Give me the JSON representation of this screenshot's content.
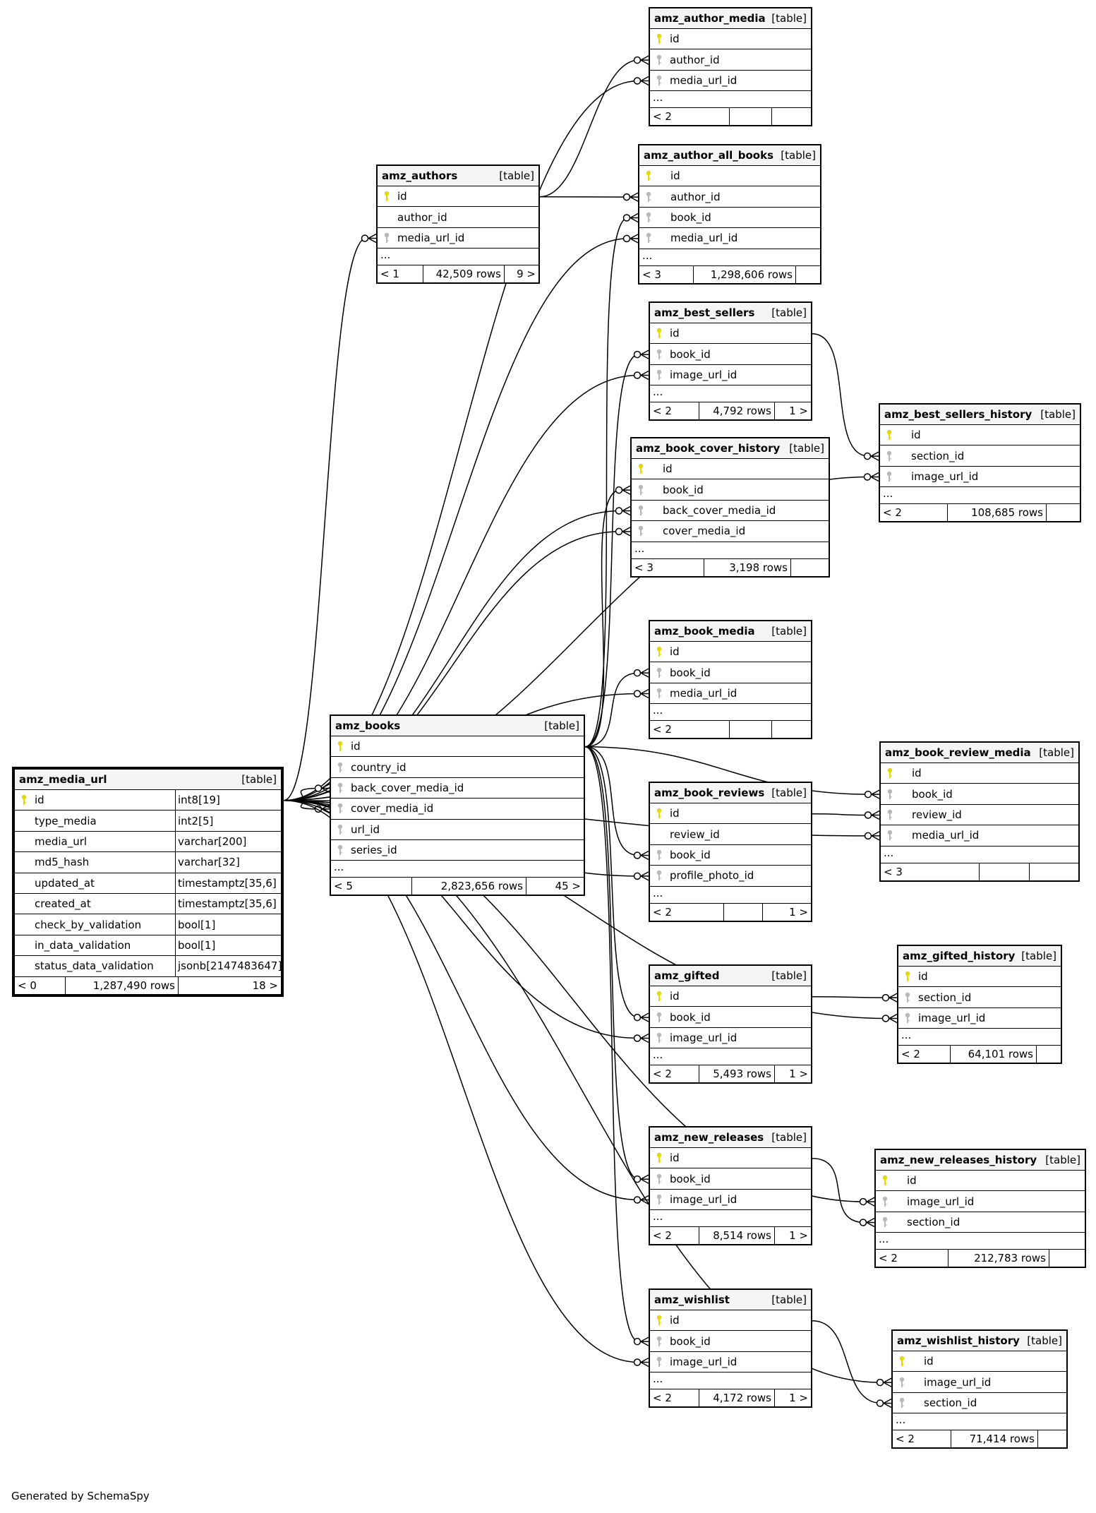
{
  "footer_text": "Generated by SchemaSpy",
  "colors": {
    "pk_key": "#e6d800",
    "fk_key": "#b8b8b8",
    "header_bg": "#f4f4f4",
    "line": "#000000"
  },
  "tables": [
    {
      "id": "amz_media_url",
      "name": "amz_media_url",
      "type": "[table]",
      "focus": true,
      "columns": [
        {
          "name": "id",
          "key": "pk",
          "dtype": "int8[19]"
        },
        {
          "name": "type_media",
          "key": "",
          "dtype": "int2[5]"
        },
        {
          "name": "media_url",
          "key": "",
          "dtype": "varchar[200]"
        },
        {
          "name": "md5_hash",
          "key": "",
          "dtype": "varchar[32]"
        },
        {
          "name": "updated_at",
          "key": "",
          "dtype": "timestamptz[35,6]"
        },
        {
          "name": "created_at",
          "key": "",
          "dtype": "timestamptz[35,6]"
        },
        {
          "name": "check_by_validation",
          "key": "",
          "dtype": "bool[1]"
        },
        {
          "name": "in_data_validation",
          "key": "",
          "dtype": "bool[1]"
        },
        {
          "name": "status_data_validation",
          "key": "",
          "dtype": "jsonb[2147483647]"
        }
      ],
      "ellipsis": false,
      "footer": {
        "parents": "< 0",
        "rows": "1,287,490 rows",
        "children": "18 >"
      }
    },
    {
      "id": "amz_authors",
      "name": "amz_authors",
      "type": "[table]",
      "columns": [
        {
          "name": "id",
          "key": "pk"
        },
        {
          "name": "author_id",
          "key": ""
        },
        {
          "name": "media_url_id",
          "key": "fk"
        }
      ],
      "ellipsis": true,
      "footer": {
        "parents": "< 1",
        "rows": "42,509 rows",
        "children": "9 >"
      }
    },
    {
      "id": "amz_author_media",
      "name": "amz_author_media",
      "type": "[table]",
      "columns": [
        {
          "name": "id",
          "key": "pk"
        },
        {
          "name": "author_id",
          "key": "fk"
        },
        {
          "name": "media_url_id",
          "key": "fk"
        }
      ],
      "ellipsis": true,
      "footer": {
        "parents": "< 2",
        "rows": "",
        "children": ""
      }
    },
    {
      "id": "amz_author_all_books",
      "name": "amz_author_all_books",
      "type": "[table]",
      "columns": [
        {
          "name": "id",
          "key": "pk"
        },
        {
          "name": "author_id",
          "key": "fk"
        },
        {
          "name": "book_id",
          "key": "fk"
        },
        {
          "name": "media_url_id",
          "key": "fk"
        }
      ],
      "ellipsis": true,
      "footer": {
        "parents": "< 3",
        "rows": "1,298,606 rows",
        "children": ""
      }
    },
    {
      "id": "amz_best_sellers",
      "name": "amz_best_sellers",
      "type": "[table]",
      "columns": [
        {
          "name": "id",
          "key": "pk"
        },
        {
          "name": "book_id",
          "key": "fk"
        },
        {
          "name": "image_url_id",
          "key": "fk"
        }
      ],
      "ellipsis": true,
      "footer": {
        "parents": "< 2",
        "rows": "4,792 rows",
        "children": "1 >"
      }
    },
    {
      "id": "amz_best_sellers_history",
      "name": "amz_best_sellers_history",
      "type": "[table]",
      "columns": [
        {
          "name": "id",
          "key": "pk"
        },
        {
          "name": "section_id",
          "key": "fk"
        },
        {
          "name": "image_url_id",
          "key": "fk"
        }
      ],
      "ellipsis": true,
      "footer": {
        "parents": "< 2",
        "rows": "108,685 rows",
        "children": ""
      }
    },
    {
      "id": "amz_book_cover_history",
      "name": "amz_book_cover_history",
      "type": "[table]",
      "columns": [
        {
          "name": "id",
          "key": "pk"
        },
        {
          "name": "book_id",
          "key": "fk"
        },
        {
          "name": "back_cover_media_id",
          "key": "fk"
        },
        {
          "name": "cover_media_id",
          "key": "fk"
        }
      ],
      "ellipsis": true,
      "footer": {
        "parents": "< 3",
        "rows": "3,198 rows",
        "children": ""
      }
    },
    {
      "id": "amz_book_media",
      "name": "amz_book_media",
      "type": "[table]",
      "columns": [
        {
          "name": "id",
          "key": "pk"
        },
        {
          "name": "book_id",
          "key": "fk"
        },
        {
          "name": "media_url_id",
          "key": "fk"
        }
      ],
      "ellipsis": true,
      "footer": {
        "parents": "< 2",
        "rows": "",
        "children": ""
      }
    },
    {
      "id": "amz_books",
      "name": "amz_books",
      "type": "[table]",
      "columns": [
        {
          "name": "id",
          "key": "pk"
        },
        {
          "name": "country_id",
          "key": "fk"
        },
        {
          "name": "back_cover_media_id",
          "key": "fk"
        },
        {
          "name": "cover_media_id",
          "key": "fk"
        },
        {
          "name": "url_id",
          "key": "fk"
        },
        {
          "name": "series_id",
          "key": "fk"
        }
      ],
      "ellipsis": true,
      "footer": {
        "parents": "< 5",
        "rows": "2,823,656 rows",
        "children": "45 >"
      }
    },
    {
      "id": "amz_book_review_media",
      "name": "amz_book_review_media",
      "type": "[table]",
      "columns": [
        {
          "name": "id",
          "key": "pk"
        },
        {
          "name": "book_id",
          "key": "fk"
        },
        {
          "name": "review_id",
          "key": "fk"
        },
        {
          "name": "media_url_id",
          "key": "fk"
        }
      ],
      "ellipsis": true,
      "footer": {
        "parents": "< 3",
        "rows": "",
        "children": ""
      }
    },
    {
      "id": "amz_book_reviews",
      "name": "amz_book_reviews",
      "type": "[table]",
      "columns": [
        {
          "name": "id",
          "key": "pk"
        },
        {
          "name": "review_id",
          "key": ""
        },
        {
          "name": "book_id",
          "key": "fk"
        },
        {
          "name": "profile_photo_id",
          "key": "fk"
        }
      ],
      "ellipsis": true,
      "footer": {
        "parents": "< 2",
        "rows": "",
        "children": "1 >"
      }
    },
    {
      "id": "amz_gifted",
      "name": "amz_gifted",
      "type": "[table]",
      "columns": [
        {
          "name": "id",
          "key": "pk"
        },
        {
          "name": "book_id",
          "key": "fk"
        },
        {
          "name": "image_url_id",
          "key": "fk"
        }
      ],
      "ellipsis": true,
      "footer": {
        "parents": "< 2",
        "rows": "5,493 rows",
        "children": "1 >"
      }
    },
    {
      "id": "amz_gifted_history",
      "name": "amz_gifted_history",
      "type": "[table]",
      "columns": [
        {
          "name": "id",
          "key": "pk"
        },
        {
          "name": "section_id",
          "key": "fk"
        },
        {
          "name": "image_url_id",
          "key": "fk"
        }
      ],
      "ellipsis": true,
      "footer": {
        "parents": "< 2",
        "rows": "64,101 rows",
        "children": ""
      }
    },
    {
      "id": "amz_new_releases",
      "name": "amz_new_releases",
      "type": "[table]",
      "columns": [
        {
          "name": "id",
          "key": "pk"
        },
        {
          "name": "book_id",
          "key": "fk"
        },
        {
          "name": "image_url_id",
          "key": "fk"
        }
      ],
      "ellipsis": true,
      "footer": {
        "parents": "< 2",
        "rows": "8,514 rows",
        "children": "1 >"
      }
    },
    {
      "id": "amz_new_releases_history",
      "name": "amz_new_releases_history",
      "type": "[table]",
      "columns": [
        {
          "name": "id",
          "key": "pk"
        },
        {
          "name": "image_url_id",
          "key": "fk"
        },
        {
          "name": "section_id",
          "key": "fk"
        }
      ],
      "ellipsis": true,
      "footer": {
        "parents": "< 2",
        "rows": "212,783 rows",
        "children": ""
      }
    },
    {
      "id": "amz_wishlist",
      "name": "amz_wishlist",
      "type": "[table]",
      "columns": [
        {
          "name": "id",
          "key": "pk"
        },
        {
          "name": "book_id",
          "key": "fk"
        },
        {
          "name": "image_url_id",
          "key": "fk"
        }
      ],
      "ellipsis": true,
      "footer": {
        "parents": "< 2",
        "rows": "4,172 rows",
        "children": "1 >"
      }
    },
    {
      "id": "amz_wishlist_history",
      "name": "amz_wishlist_history",
      "type": "[table]",
      "columns": [
        {
          "name": "id",
          "key": "pk"
        },
        {
          "name": "image_url_id",
          "key": "fk"
        },
        {
          "name": "section_id",
          "key": "fk"
        }
      ],
      "ellipsis": true,
      "footer": {
        "parents": "< 2",
        "rows": "71,414 rows",
        "children": ""
      }
    }
  ],
  "relationships": [
    {
      "from": "amz_media_url.id",
      "to": "amz_authors.media_url_id"
    },
    {
      "from": "amz_media_url.id",
      "to": "amz_author_media.media_url_id"
    },
    {
      "from": "amz_authors.id",
      "to": "amz_author_media.author_id"
    },
    {
      "from": "amz_authors.id",
      "to": "amz_author_all_books.author_id"
    },
    {
      "from": "amz_books.id",
      "to": "amz_author_all_books.book_id"
    },
    {
      "from": "amz_media_url.id",
      "to": "amz_author_all_books.media_url_id"
    },
    {
      "from": "amz_books.id",
      "to": "amz_best_sellers.book_id"
    },
    {
      "from": "amz_media_url.id",
      "to": "amz_best_sellers.image_url_id"
    },
    {
      "from": "amz_best_sellers.id",
      "to": "amz_best_sellers_history.section_id"
    },
    {
      "from": "amz_media_url.id",
      "to": "amz_best_sellers_history.image_url_id"
    },
    {
      "from": "amz_books.id",
      "to": "amz_book_cover_history.book_id"
    },
    {
      "from": "amz_media_url.id",
      "to": "amz_book_cover_history.back_cover_media_id"
    },
    {
      "from": "amz_media_url.id",
      "to": "amz_book_cover_history.cover_media_id"
    },
    {
      "from": "amz_books.id",
      "to": "amz_book_media.book_id"
    },
    {
      "from": "amz_media_url.id",
      "to": "amz_book_media.media_url_id"
    },
    {
      "from": "amz_media_url.id",
      "to": "amz_books.back_cover_media_id"
    },
    {
      "from": "amz_media_url.id",
      "to": "amz_books.cover_media_id"
    },
    {
      "from": "amz_books.id",
      "to": "amz_book_review_media.book_id"
    },
    {
      "from": "amz_book_reviews.id",
      "to": "amz_book_review_media.review_id"
    },
    {
      "from": "amz_media_url.id",
      "to": "amz_book_review_media.media_url_id"
    },
    {
      "from": "amz_books.id",
      "to": "amz_book_reviews.book_id"
    },
    {
      "from": "amz_media_url.id",
      "to": "amz_book_reviews.profile_photo_id"
    },
    {
      "from": "amz_books.id",
      "to": "amz_gifted.book_id"
    },
    {
      "from": "amz_media_url.id",
      "to": "amz_gifted.image_url_id"
    },
    {
      "from": "amz_gifted.id",
      "to": "amz_gifted_history.section_id"
    },
    {
      "from": "amz_media_url.id",
      "to": "amz_gifted_history.image_url_id"
    },
    {
      "from": "amz_books.id",
      "to": "amz_new_releases.book_id"
    },
    {
      "from": "amz_media_url.id",
      "to": "amz_new_releases.image_url_id"
    },
    {
      "from": "amz_new_releases.id",
      "to": "amz_new_releases_history.section_id"
    },
    {
      "from": "amz_media_url.id",
      "to": "amz_new_releases_history.image_url_id"
    },
    {
      "from": "amz_books.id",
      "to": "amz_wishlist.book_id"
    },
    {
      "from": "amz_media_url.id",
      "to": "amz_wishlist.image_url_id"
    },
    {
      "from": "amz_wishlist.id",
      "to": "amz_wishlist_history.section_id"
    },
    {
      "from": "amz_media_url.id",
      "to": "amz_wishlist_history.image_url_id"
    }
  ]
}
